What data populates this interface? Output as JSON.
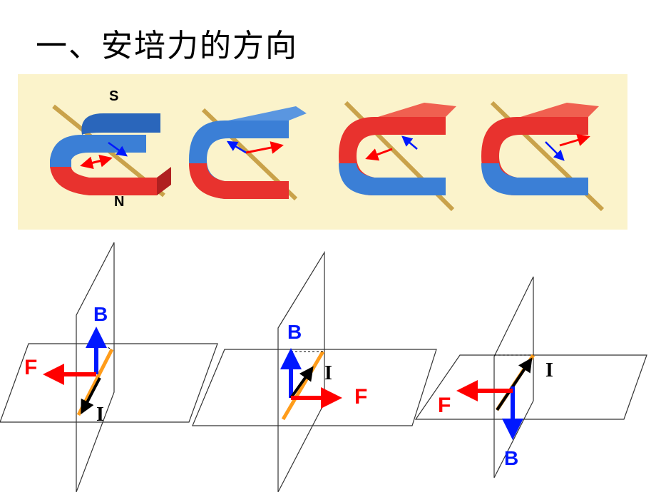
{
  "title": "一、安培力的方向",
  "magnets": {
    "pole_top": "S",
    "pole_bottom": "N"
  },
  "diagrams": [
    {
      "b_label": "B",
      "f_label": "F",
      "i_label": "I"
    },
    {
      "b_label": "B",
      "f_label": "F",
      "i_label": "I"
    },
    {
      "b_label": "B",
      "f_label": "F",
      "i_label": "I"
    }
  ],
  "colors": {
    "panel_bg": "#fbf3cb",
    "magnet_blue": "#3b7fd6",
    "magnet_red": "#e8322e",
    "field_arrow": "#0018ff",
    "force_arrow": "#ff0000",
    "current_arrow": "#000000",
    "wire": "#ff9c1a",
    "rod": "#d9b458"
  }
}
